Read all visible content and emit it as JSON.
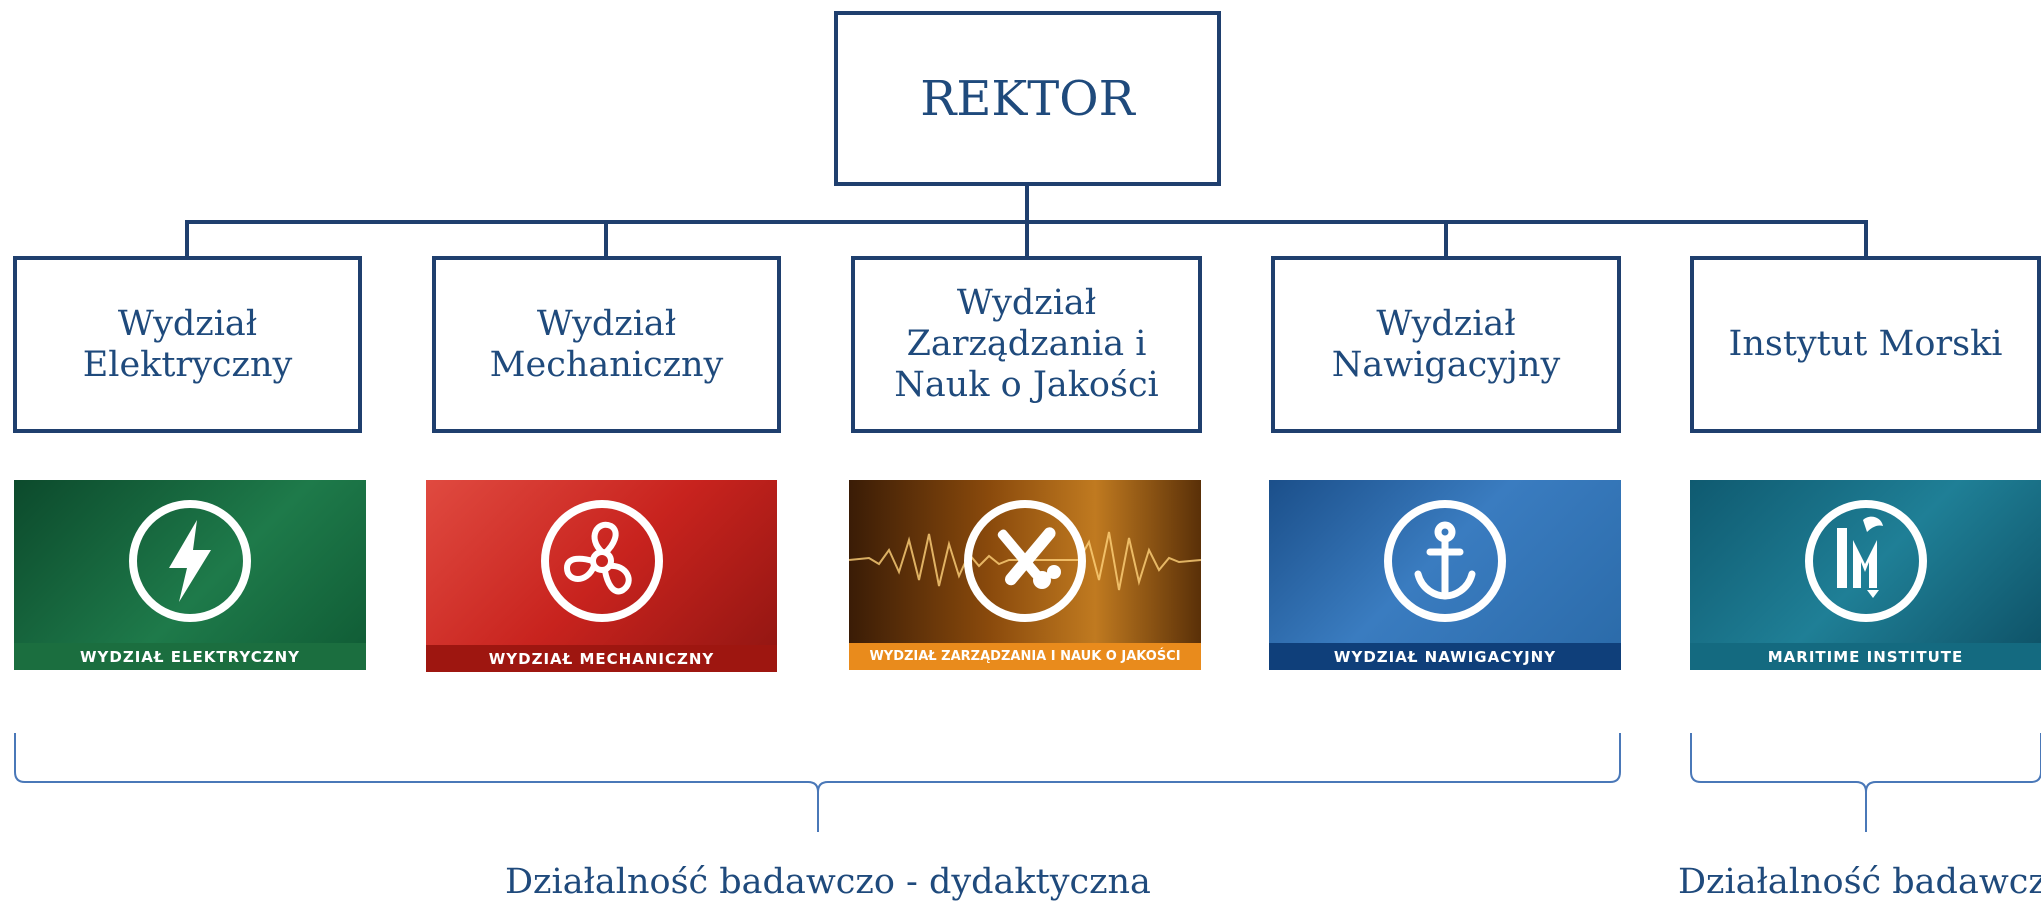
{
  "top": {
    "label": "REKTOR"
  },
  "units": [
    {
      "line1": "Wydział",
      "line2": "Elektryczny",
      "line3": ""
    },
    {
      "line1": "Wydział",
      "line2": "Mechaniczny",
      "line3": ""
    },
    {
      "line1": "Wydział",
      "line2": "Zarządzania i",
      "line3": "Nauk o Jakości"
    },
    {
      "line1": "Wydział",
      "line2": "Nawigacyjny",
      "line3": ""
    },
    {
      "line1": "Instytut Morski",
      "line2": "",
      "line3": ""
    }
  ],
  "tiles": [
    {
      "band": "WYDZIAŁ ELEKTRYCZNY",
      "icon": "lightning-bolt-icon",
      "color": "#1e7a4a",
      "band_color": "#1b6e3f"
    },
    {
      "band": "WYDZIAŁ MECHANICZNY",
      "icon": "propeller-icon",
      "color": "#c8231e",
      "band_color": "#9e1610"
    },
    {
      "band": "WYDZIAŁ ZARZĄDZANIA I NAUK O JAKOŚCI",
      "icon": "quality-tools-icon",
      "color": "#8a4a0c",
      "band_color": "#e98b1c"
    },
    {
      "band": "WYDZIAŁ NAWIGACYJNY",
      "icon": "anchor-icon",
      "color": "#2c6bab",
      "band_color": "#0f3f7a"
    },
    {
      "band": "MARITIME INSTITUTE",
      "icon": "maritime-institute-logo-icon",
      "color": "#1f6f86",
      "band_color": "#146a80"
    }
  ],
  "captions": {
    "research_teaching": "Działalność badawczo - dydaktyczna",
    "research": "Działalność badawcza"
  },
  "colors": {
    "box_border": "#1f3f6e",
    "text": "#1f4a7c",
    "brace": "#4a78b8"
  }
}
